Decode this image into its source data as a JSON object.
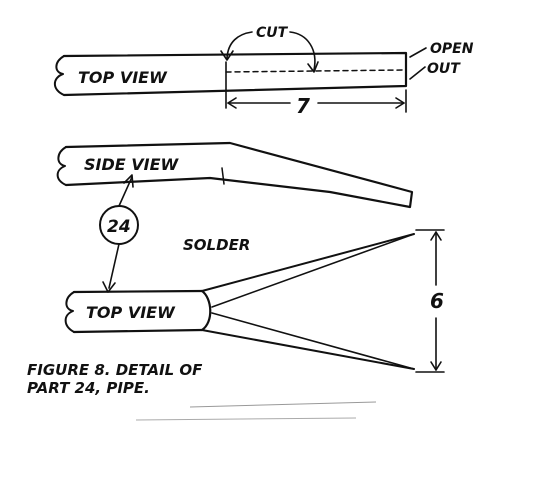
{
  "labels": {
    "top_view_1": "TOP VIEW",
    "cut": "CUT",
    "open": "OPEN",
    "out": "OUT",
    "dim_7": "7",
    "side_view": "SIDE VIEW",
    "part_number": "24",
    "solder": "SOLDER",
    "top_view_2": "TOP VIEW",
    "dim_6": "6",
    "caption_line1": "FIGURE 8. DETAIL OF",
    "caption_line2": "PART 24, PIPE."
  },
  "colors": {
    "ink": "#111111",
    "paper": "#ffffff"
  }
}
